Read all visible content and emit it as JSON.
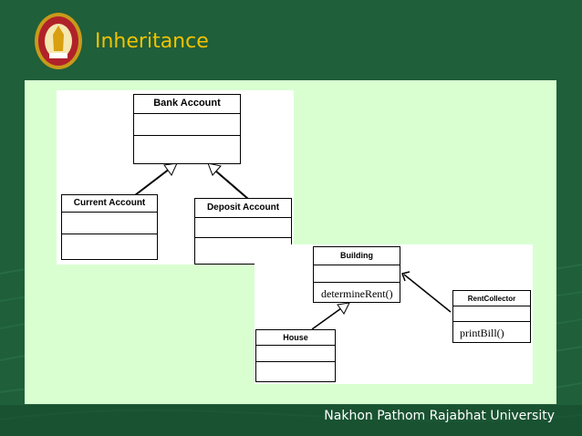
{
  "slide": {
    "title": "Inheritance",
    "footer": "Nakhon Pathom Rajabhat University"
  },
  "diagram1": {
    "parent": {
      "name": "Bank Account"
    },
    "children": [
      {
        "name": "Current Account"
      },
      {
        "name": "Deposit Account"
      }
    ]
  },
  "diagram2": {
    "building": {
      "name": "Building",
      "operation": "determineRent()"
    },
    "house": {
      "name": "House"
    },
    "rent_collector": {
      "name": "RentCollector",
      "operation": "printBill()"
    }
  },
  "colors": {
    "background": "#1f5f3a",
    "title": "#f2c200",
    "content_area": "#d9ffd1"
  }
}
